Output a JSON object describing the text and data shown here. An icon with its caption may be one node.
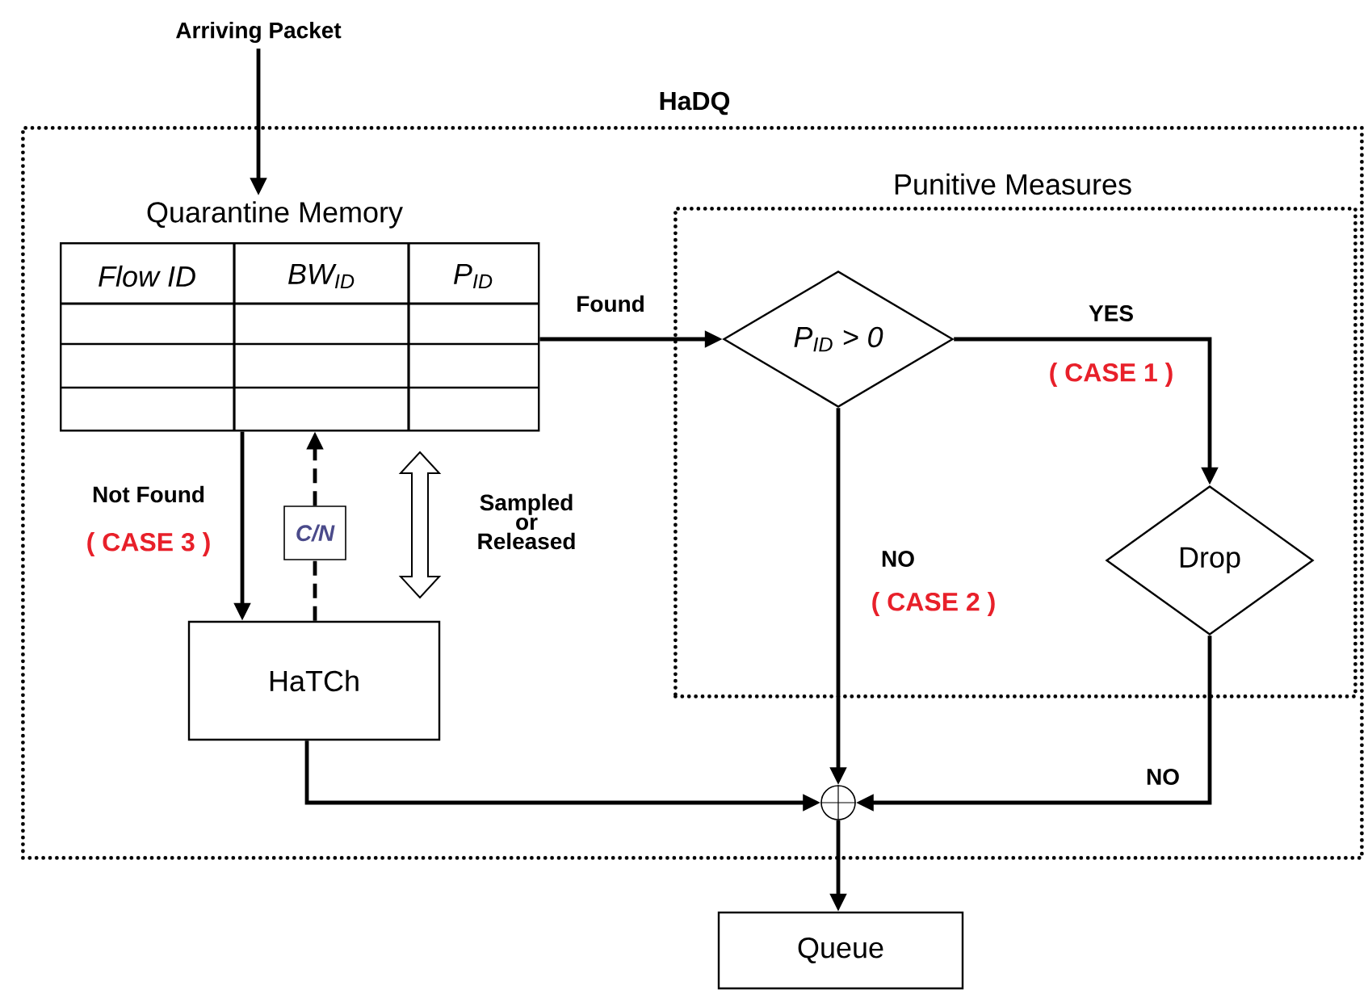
{
  "diagram": {
    "nodes": [
      {
        "text": [
          "HaDQ"
        ]
      },
      {
        "text": [
          "Quarantine Memory",
          "Flow ID",
          "BW$_{ID}$",
          "P$_{ID}$"
        ],
        "in": 0
      },
      {
        "text": [
          "Punitive Measures"
        ],
        "in": 0
      },
      {
        "text": [
          "P$_{ID}$ > 0"
        ],
        "in": 2
      },
      {
        "text": [
          "Drop"
        ],
        "in": 2
      },
      {
        "text": [
          "HaTCh"
        ],
        "in": 0
      },
      {
        "text": [
          "C/N"
        ],
        "in": 0
      },
      {
        "text": [],
        "shape": "circle",
        "in": 0
      },
      {
        "text": [
          "Queue"
        ]
      },
      {
        "text": [
          "Arriving Packet"
        ]
      }
    ],
    "edges": [
      {
        "from": 9,
        "to": 1,
        "arrow": "to"
      },
      {
        "from": 1,
        "to": 3,
        "arrow": "to",
        "label": "Found"
      },
      {
        "from": 3,
        "to": 4,
        "arrow": "to",
        "label": "YES"
      },
      {
        "from": 3,
        "to": 7,
        "arrow": "to",
        "label": "NO"
      },
      {
        "from": 4,
        "to": 7,
        "arrow": "to",
        "label": "NO"
      },
      {
        "from": 1,
        "to": 5,
        "arrow": "to",
        "label": "Not Found"
      },
      {
        "from": 5,
        "to": 6,
        "arrow": "none",
        "style": "dashed"
      },
      {
        "from": 6,
        "to": 1,
        "arrow": "to",
        "style": "dashed"
      },
      {
        "from": 5,
        "to": 7,
        "arrow": "to"
      },
      {
        "from": 7,
        "to": 8,
        "arrow": "to"
      }
    ],
    "labels": [
      "( CASE 1 )",
      "Sampled or Released",
      "( CASE 3 )",
      "( CASE 2 )"
    ]
  }
}
